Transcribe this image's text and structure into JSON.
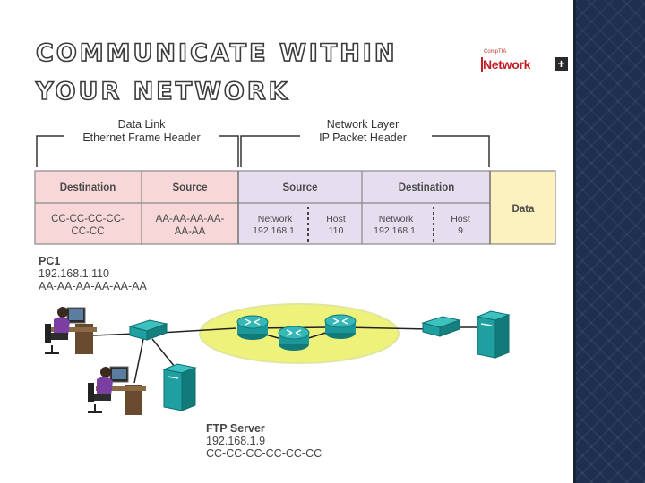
{
  "slide": {
    "title_line1": "COMMUNICATE WITHIN",
    "title_line2": "YOUR NETWORK",
    "logo": {
      "small_text": "CompTIA",
      "word": "Network",
      "plus": "+"
    }
  },
  "diagram": {
    "data_link": {
      "line1": "Data Link",
      "line2": "Ethernet Frame Header"
    },
    "network_layer": {
      "line1": "Network Layer",
      "line2": "IP Packet Header"
    },
    "frame": {
      "eth_dest_header": "Destination",
      "eth_src_header": "Source",
      "ip_src_header": "Source",
      "ip_dest_header": "Destination",
      "data_label": "Data",
      "eth_dest_value_l1": "CC-CC-CC-CC-",
      "eth_dest_value_l2": "CC-CC",
      "eth_src_value_l1": "AA-AA-AA-AA-",
      "eth_src_value_l2": "AA-AA",
      "ip_src_network": "Network",
      "ip_src_network_value": "192.168.1.",
      "ip_src_host": "Host",
      "ip_src_host_value": "110",
      "ip_dest_network": "Network",
      "ip_dest_network_value": "192.168.1.",
      "ip_dest_host": "Host",
      "ip_dest_host_value": "9"
    },
    "pc1": {
      "name": "PC1",
      "ip": "192.168.1.110",
      "mac": "AA-AA-AA-AA-AA-AA"
    },
    "ftp": {
      "name": "FTP Server",
      "ip": "192.168.1.9",
      "mac": "CC-CC-CC-CC-CC-CC"
    },
    "icons": [
      "workstation-icon",
      "switch-icon",
      "router-icon",
      "server-icon"
    ],
    "colors": {
      "ethernet_fill": "#f7d7d7",
      "ip_fill": "#e6ddef",
      "data_fill": "#fcf2c0",
      "ellipse_fill": "#eef27a",
      "device_teal": "#1f9fa0"
    }
  }
}
